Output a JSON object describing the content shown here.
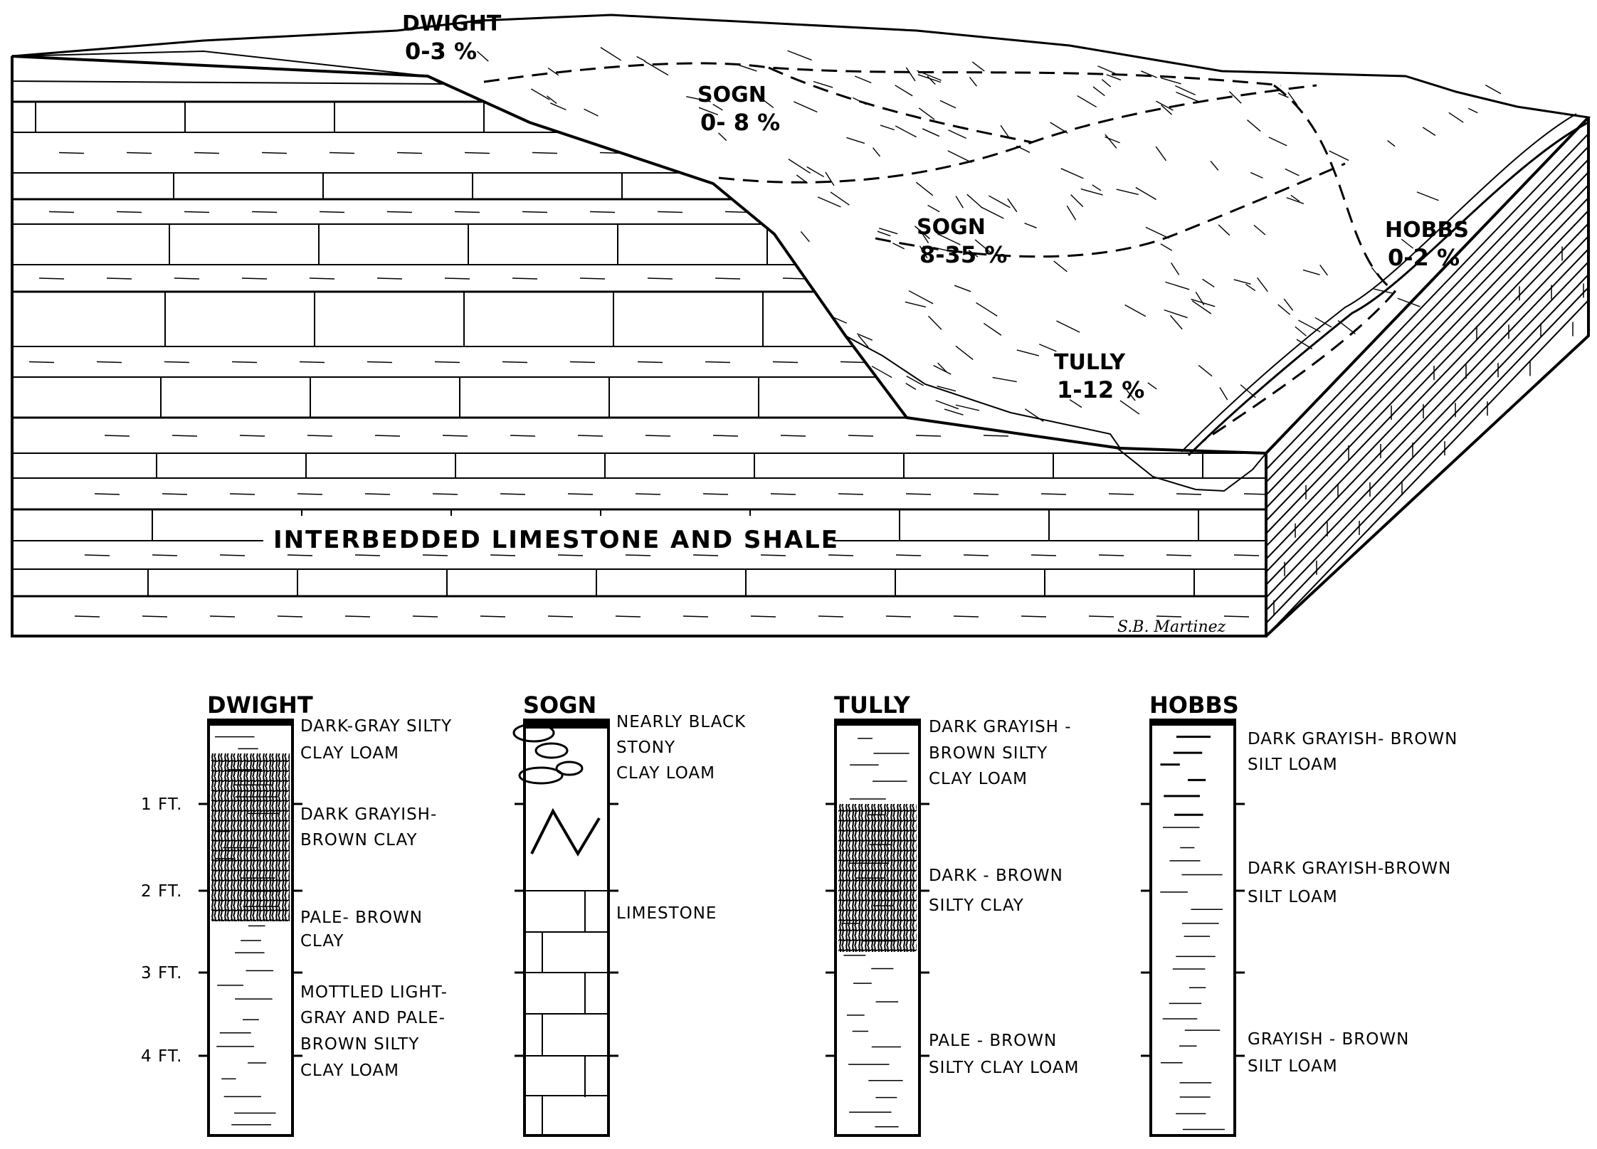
{
  "block_diagram": {
    "units": [
      {
        "name": "DWIGHT",
        "slope": "0-3 %"
      },
      {
        "name": "SOGN",
        "slope": "0- 8 %"
      },
      {
        "name": "SOGN",
        "slope": "8-35 %"
      },
      {
        "name": "TULLY",
        "slope": "1-12 %"
      },
      {
        "name": "HOBBS",
        "slope": "0-2 %"
      }
    ],
    "bedrock_label": "INTERBEDDED LIMESTONE AND SHALE",
    "signature": "S.B. Martinez"
  },
  "depth_scale": [
    "1 FT.",
    "2 FT.",
    "3 FT.",
    "4 FT."
  ],
  "profiles": [
    {
      "name": "DWIGHT",
      "horizons": [
        [
          "DARK-GRAY SILTY",
          "CLAY LOAM"
        ],
        [
          "DARK GRAYISH-",
          "BROWN CLAY"
        ],
        [
          "PALE- BROWN",
          "CLAY"
        ],
        [
          "MOTTLED LIGHT-",
          "GRAY AND PALE-",
          "BROWN SILTY",
          "CLAY LOAM"
        ]
      ]
    },
    {
      "name": "SOGN",
      "horizons": [
        [
          "NEARLY BLACK",
          "STONY",
          "CLAY LOAM"
        ],
        [
          "LIMESTONE"
        ]
      ]
    },
    {
      "name": "TULLY",
      "horizons": [
        [
          "DARK GRAYISH -",
          "BROWN SILTY",
          "CLAY LOAM"
        ],
        [
          "DARK - BROWN",
          "SILTY CLAY"
        ],
        [
          "PALE - BROWN",
          "SILTY CLAY LOAM"
        ]
      ]
    },
    {
      "name": "HOBBS",
      "horizons": [
        [
          "DARK GRAYISH- BROWN",
          "SILT LOAM"
        ],
        [
          "DARK GRAYISH-BROWN",
          "SILT LOAM"
        ],
        [
          "GRAYISH - BROWN",
          "SILT LOAM"
        ]
      ]
    }
  ]
}
